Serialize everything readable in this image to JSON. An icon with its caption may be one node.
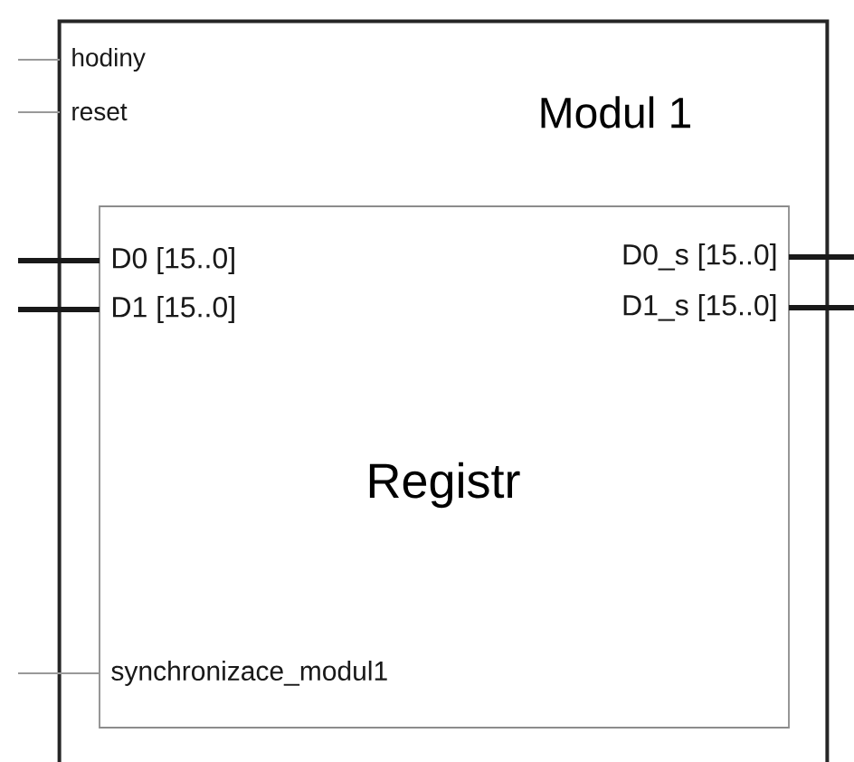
{
  "diagram": {
    "nodes": [
      {
        "text": [
          "Modul 1"
        ]
      },
      {
        "text": [
          "hodiny"
        ],
        "in": 0
      },
      {
        "text": [
          "reset"
        ],
        "in": 0
      },
      {
        "text": [
          "Registr"
        ],
        "in": 0
      },
      {
        "text": [
          "D0 [15..0]"
        ],
        "in": 3
      },
      {
        "text": [
          "D1 [15..0]"
        ],
        "in": 3
      },
      {
        "text": [
          "D0_s [15..0]"
        ],
        "in": 3
      },
      {
        "text": [
          "D1_s [15..0]"
        ],
        "in": 3
      },
      {
        "text": [
          "synchronizace_modul1"
        ],
        "in": 3
      }
    ],
    "edges": [
      {
        "from": null,
        "to": 1,
        "arrow": "none",
        "color": "#999999"
      },
      {
        "from": null,
        "to": 2,
        "arrow": "none",
        "color": "#999999"
      },
      {
        "from": null,
        "to": 4,
        "arrow": "none"
      },
      {
        "from": null,
        "to": 5,
        "arrow": "none"
      },
      {
        "from": 6,
        "to": null,
        "arrow": "none"
      },
      {
        "from": 7,
        "to": null,
        "arrow": "none"
      },
      {
        "from": null,
        "to": 8,
        "arrow": "none",
        "color": "#999999"
      }
    ]
  }
}
